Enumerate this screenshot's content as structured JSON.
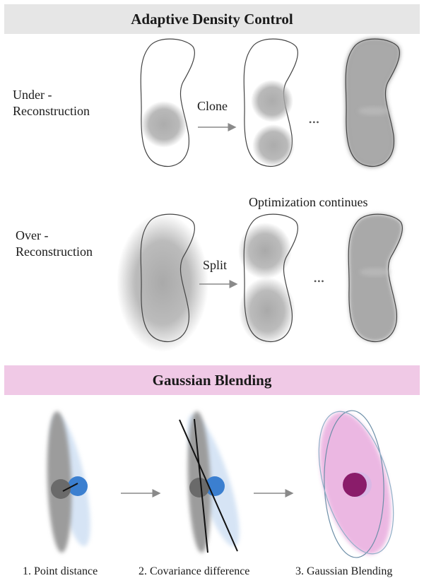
{
  "sections": {
    "adc_title": "Adaptive Density Control",
    "gb_title": "Gaussian Blending"
  },
  "rows": {
    "under_label_1": "Under -",
    "under_label_2": "Reconstruction",
    "over_label_1": "Over -",
    "over_label_2": "Reconstruction",
    "clone_label": "Clone",
    "split_label": "Split",
    "ellipsis": "•••",
    "optimization_note": "Optimization continues"
  },
  "blending_steps": [
    "1. Point distance",
    "2. Covariance difference",
    "3. Gaussian Blending"
  ],
  "colors": {
    "gray_blob": "#a8a8a8",
    "blue": "#3b7fd0",
    "light_blue": "#c9dcf2",
    "magenta": "#8a1c6a",
    "pink": "#e7a6dc",
    "banner_gray": "#e6e6e6",
    "banner_pink": "#f0c9e6"
  }
}
